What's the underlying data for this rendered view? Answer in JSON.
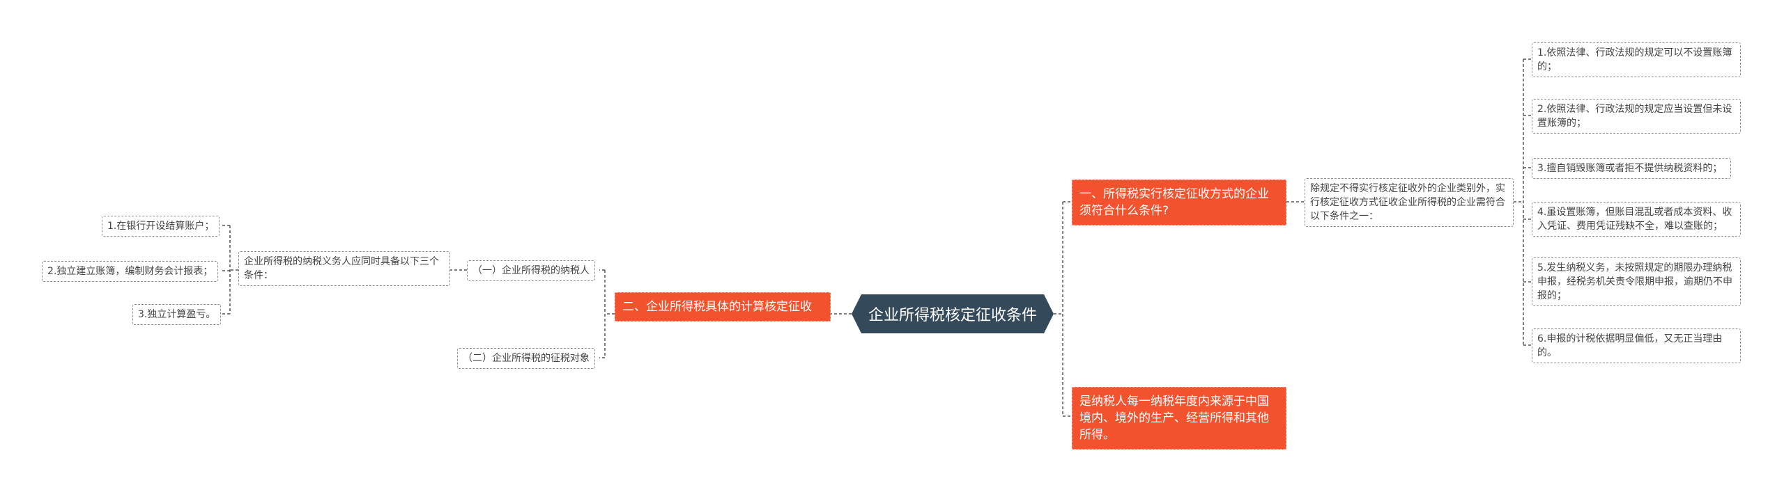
{
  "root": {
    "title": "企业所得税核定征收条件"
  },
  "branch_left": {
    "title": "二、企业所得税具体的计算核定征收"
  },
  "left_nodes": {
    "taxpayer": "（一）企业所得税的纳税人",
    "object": "（二）企业所得税的征税对象",
    "conditions_intro": "企业所得税的纳税义务人应同时具备以下三个条件：",
    "cond1": "1.在银行开设结算账户；",
    "cond2": "2.独立建立账簿，编制财务会计报表；",
    "cond3": "3.独立计算盈亏。"
  },
  "branch_right_top": {
    "title": "一、所得税实行核定征收方式的企业须符合什么条件?"
  },
  "right_intro": "除规定不得实行核定征收外的企业类别外，实行核定征收方式征收企业所得税的企业需符合以下条件之一：",
  "right_items": [
    "1.依照法律、行政法规的规定可以不设置账簿的；",
    "2.依照法律、行政法规的规定应当设置但未设置账簿的；",
    "3.擅自销毁账簿或者拒不提供纳税资料的；",
    "4.虽设置账簿，但账目混乱或者成本资料、收入凭证、费用凭证残缺不全，难以查账的；",
    "5.发生纳税义务，未按照规定的期限办理纳税申报，经税务机关责令限期申报，逾期仍不申报的；",
    "6.申报的计税依据明显偏低，又无正当理由的。"
  ],
  "branch_right_bottom": {
    "title": "是纳税人每一纳税年度内来源于中国境内、境外的生产、经营所得和其他所得。"
  },
  "colors": {
    "root": "#34495a",
    "branch": "#f2522e",
    "link": "#555555"
  }
}
